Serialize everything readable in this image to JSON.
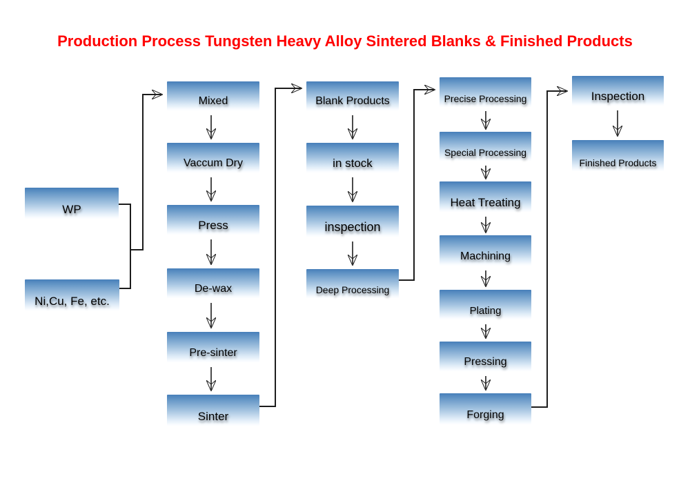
{
  "title": {
    "text": "Production Process Tungsten Heavy Alloy Sintered Blanks & Finished Products",
    "color": "#ff0000"
  },
  "diagram": {
    "node_style": {
      "gradient_top": "#477fb9",
      "gradient_middle": "#a6c5e1",
      "gradient_bottom": "#ffffff",
      "text_color": "#000000"
    },
    "connector_color": "#1c1c1c",
    "columns": [
      {
        "name": "raw-materials",
        "nodes": [
          {
            "id": "wp",
            "label": "WP"
          },
          {
            "id": "ni-cu-fe",
            "label": "Ni,Cu, Fe, etc."
          }
        ]
      },
      {
        "name": "powder-to-sinter",
        "nodes": [
          {
            "id": "mixed",
            "label": "Mixed"
          },
          {
            "id": "vaccum-dry",
            "label": "Vaccum Dry"
          },
          {
            "id": "press",
            "label": "Press"
          },
          {
            "id": "de-wax",
            "label": "De-wax"
          },
          {
            "id": "pre-sinter",
            "label": "Pre-sinter"
          },
          {
            "id": "sinter",
            "label": "Sinter"
          }
        ]
      },
      {
        "name": "blank-products",
        "nodes": [
          {
            "id": "blank-products",
            "label": "Blank Products"
          },
          {
            "id": "in-stock",
            "label": "in stock"
          },
          {
            "id": "inspection-blanks",
            "label": "inspection"
          },
          {
            "id": "deep-processing",
            "label": "Deep Processing"
          }
        ]
      },
      {
        "name": "deep-processing-steps",
        "nodes": [
          {
            "id": "precise-processing",
            "label": "Precise Processing"
          },
          {
            "id": "special-processing",
            "label": "Special Processing"
          },
          {
            "id": "heat-treating",
            "label": "Heat Treating"
          },
          {
            "id": "machining",
            "label": "Machining"
          },
          {
            "id": "plating",
            "label": "Plating"
          },
          {
            "id": "pressing",
            "label": "Pressing"
          },
          {
            "id": "forging",
            "label": "Forging"
          }
        ]
      },
      {
        "name": "final-products",
        "nodes": [
          {
            "id": "inspection-final",
            "label": "Inspection"
          },
          {
            "id": "finished-products",
            "label": "Finished Products"
          }
        ]
      }
    ],
    "edges": [
      {
        "from": "WP",
        "to": "Mixed"
      },
      {
        "from": "Ni,Cu, Fe, etc.",
        "to": "Mixed"
      },
      {
        "from": "Mixed",
        "to": "Vaccum Dry"
      },
      {
        "from": "Vaccum Dry",
        "to": "Press"
      },
      {
        "from": "Press",
        "to": "De-wax"
      },
      {
        "from": "De-wax",
        "to": "Pre-sinter"
      },
      {
        "from": "Pre-sinter",
        "to": "Sinter"
      },
      {
        "from": "Sinter",
        "to": "Blank Products"
      },
      {
        "from": "Blank Products",
        "to": "in stock"
      },
      {
        "from": "in stock",
        "to": "inspection"
      },
      {
        "from": "inspection",
        "to": "Deep Processing"
      },
      {
        "from": "Deep Processing",
        "to": "Precise Processing"
      },
      {
        "from": "Precise Processing",
        "to": "Special Processing"
      },
      {
        "from": "Special Processing",
        "to": "Heat Treating"
      },
      {
        "from": "Heat Treating",
        "to": "Machining"
      },
      {
        "from": "Machining",
        "to": "Plating"
      },
      {
        "from": "Plating",
        "to": "Pressing"
      },
      {
        "from": "Pressing",
        "to": "Forging"
      },
      {
        "from": "Forging",
        "to": "Inspection"
      },
      {
        "from": "Inspection",
        "to": "Finished Products"
      }
    ]
  }
}
